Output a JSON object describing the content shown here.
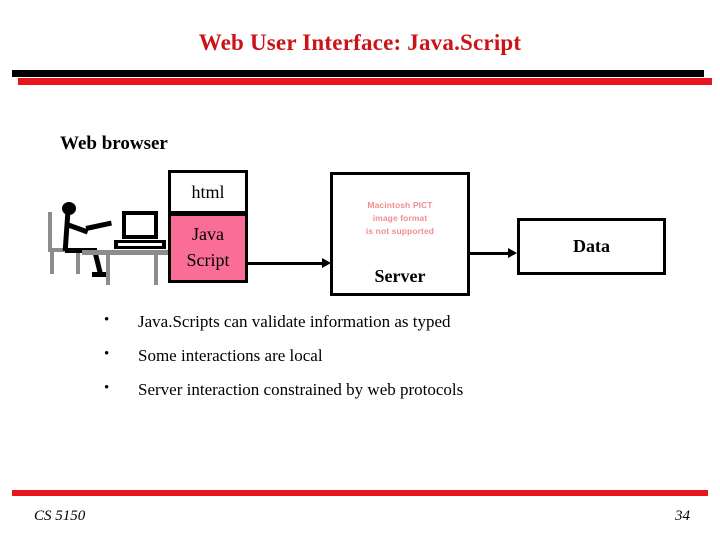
{
  "slide": {
    "title": "Web User Interface: Java.Script",
    "section_heading": "Web browser"
  },
  "colors": {
    "title_red": "#cc1418",
    "rule_red": "#e8161c",
    "rule_black": "#000000",
    "javascript_box_pink": "#f96d96",
    "pict_text_red": "#f08e8e",
    "furniture_gray": "#8c8c8c"
  },
  "diagram": {
    "html_box_label": "html",
    "js_box_line1": "Java",
    "js_box_line2": "Script",
    "server_box_label": "Server",
    "server_pict_line1": "Macintosh PICT",
    "server_pict_line2": "image format",
    "server_pict_line3": "is not supported",
    "data_box_label": "Data",
    "arrow_js_to_server": "arrow-right",
    "arrow_server_to_data": "arrow-right",
    "scene_description": "person-at-desk-with-computer"
  },
  "bullets": {
    "marker": "•",
    "items": [
      "Java.Scripts can validate information as typed",
      "Some interactions are local",
      "Server interaction constrained by web protocols"
    ]
  },
  "footer": {
    "course": "CS 5150",
    "page_number": "34"
  }
}
